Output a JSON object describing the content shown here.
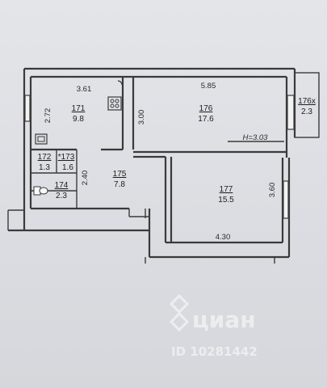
{
  "rooms": {
    "r171": {
      "number": "171",
      "area": "9.8"
    },
    "r176": {
      "number": "176",
      "area": "17.6"
    },
    "r176x": {
      "number": "176х",
      "area": "2.3"
    },
    "r172": {
      "number": "172",
      "area": "1.3"
    },
    "r173": {
      "number": "*173",
      "area": "1.6"
    },
    "r174": {
      "number": "174",
      "area": "2.3"
    },
    "r175": {
      "number": "175",
      "area": "7.8"
    },
    "r177": {
      "number": "177",
      "area": "15.5"
    }
  },
  "dimensions": {
    "d361": "3.61",
    "d272": "2.72",
    "d585": "5.85",
    "d300": "3.00",
    "d240": "2.40",
    "d360": "3.60",
    "d430": "4.30"
  },
  "ceiling_height": "H=3.03",
  "watermark": {
    "brand": "циан",
    "id_text": "ID 10281442"
  },
  "colors": {
    "paper": "#e0e1e5",
    "ink": "#3a3a3a"
  }
}
